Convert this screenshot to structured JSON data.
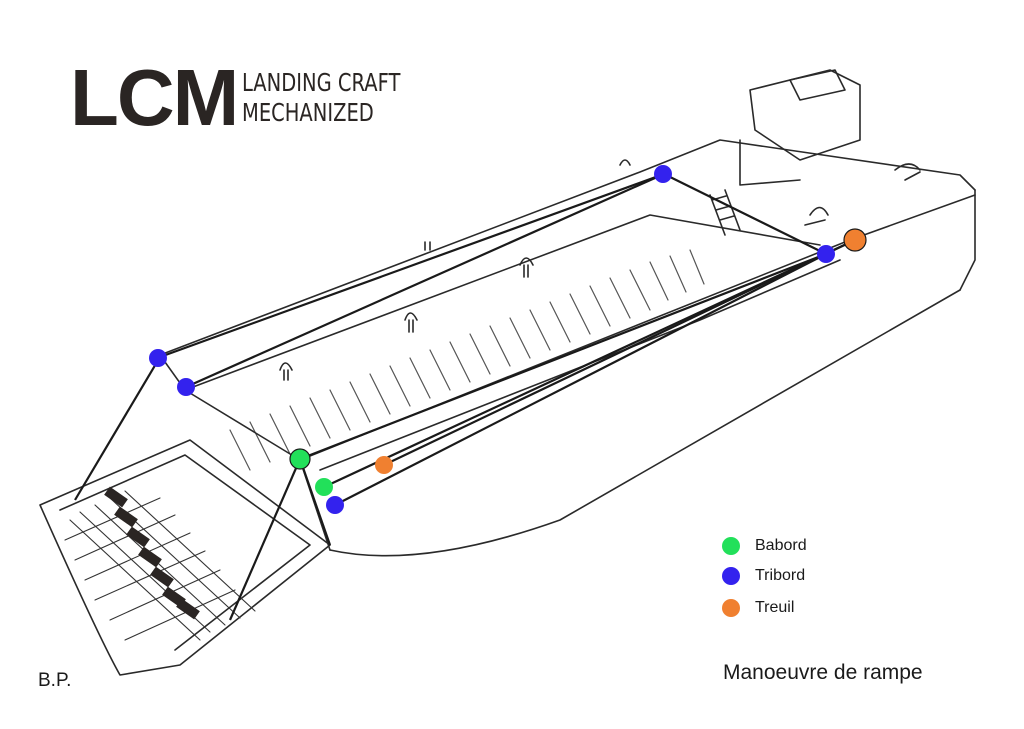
{
  "logo": {
    "big": "LCM",
    "line1": "LANDING CRAFT",
    "line2": "MECHANIZED"
  },
  "legend": {
    "items": [
      {
        "label": "Babord",
        "color": "#22e05a"
      },
      {
        "label": "Tribord",
        "color": "#3322ee"
      },
      {
        "label": "Treuil",
        "color": "#f08030"
      }
    ]
  },
  "author": "B.P.",
  "caption": "Manoeuvre de rampe",
  "colors": {
    "line": "#222222",
    "hull_fill": "#ffffff",
    "rope": "#1a1a1a"
  }
}
